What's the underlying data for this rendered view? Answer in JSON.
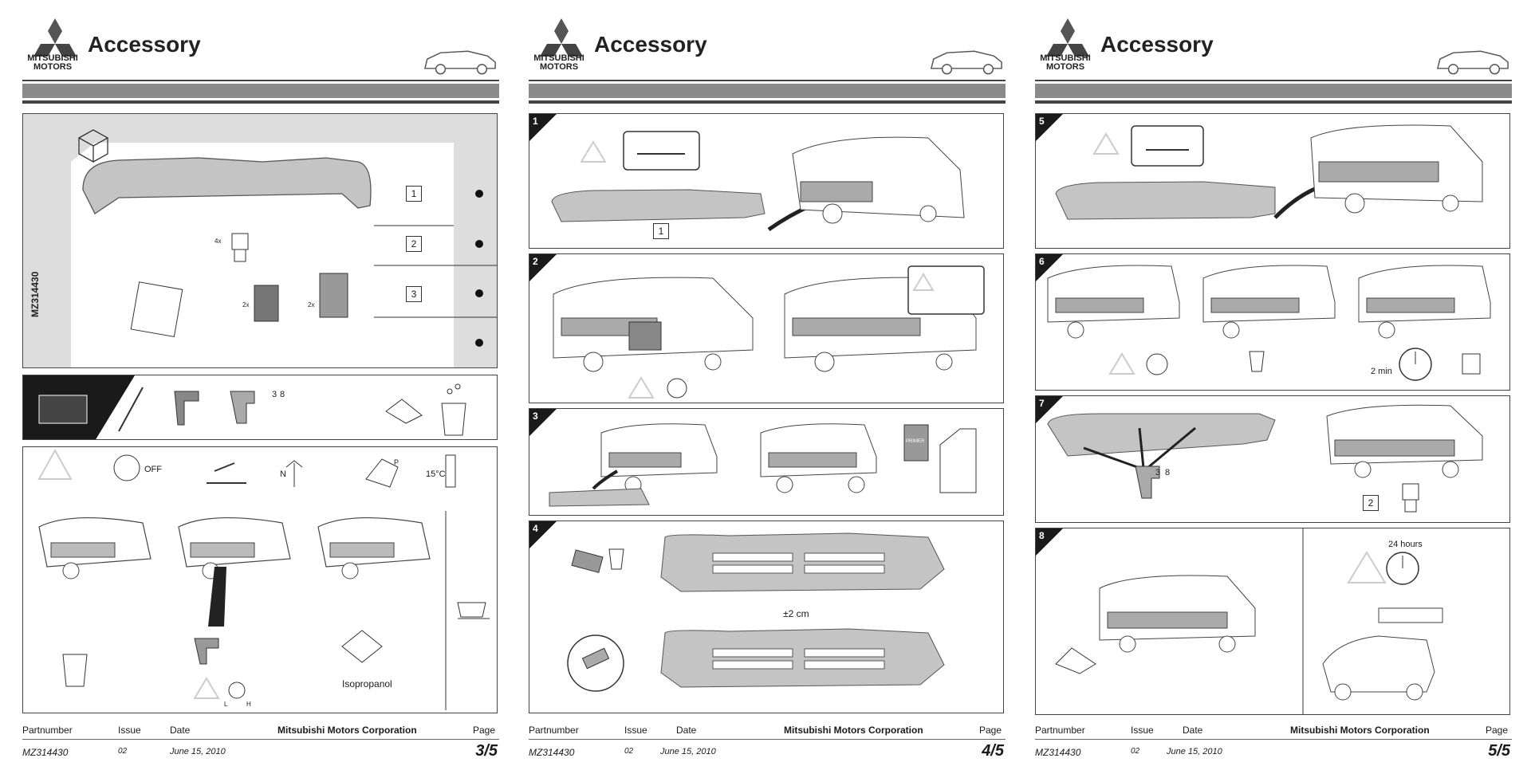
{
  "header": {
    "title": "Accessory",
    "brand": "MITSUBISHI MOTORS"
  },
  "part_number_vertical": "MZ314430",
  "labels": {
    "box1": "1",
    "box2": "2",
    "box3": "3",
    "off": "OFF",
    "temp": "15°C",
    "isopropanol": "Isopropanol",
    "primer": "PRIMER",
    "cm": "±2 cm",
    "min2": "2 min",
    "hours24": "24 hours",
    "qty4": "4x",
    "qty2a": "2x",
    "qty2b": "2x",
    "drill3": "3",
    "drill8": "8",
    "gear_n": "N",
    "gear_p": "P",
    "lh_l": "L",
    "lh_h": "H"
  },
  "steps": [
    "1",
    "2",
    "3",
    "4",
    "5",
    "6",
    "7",
    "8"
  ],
  "footer": {
    "partnumber_label": "Partnumber",
    "issue_label": "Issue",
    "date_label": "Date",
    "corp": "Mitsubishi Motors Corporation",
    "page_label": "Page",
    "partnumber": "MZ314430",
    "issue": "02",
    "date_1": "June   15, 2010",
    "date_2": "June   15, 2010",
    "date_3": "June 15, 2010",
    "page_1": "3/5",
    "page_2": "4/5",
    "page_3": "5/5"
  },
  "colors": {
    "band": "#8a8a8a",
    "fill": "#c4c4c4",
    "ink": "#333333"
  }
}
